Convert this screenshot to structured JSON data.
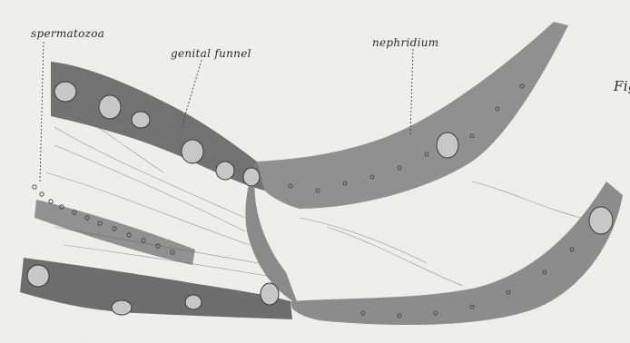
{
  "labels": {
    "spermatozoa": "spermatozoa",
    "genital_funnel": "genital funnel",
    "nephridium": "nephridium",
    "figure_mark": "Fig"
  }
}
